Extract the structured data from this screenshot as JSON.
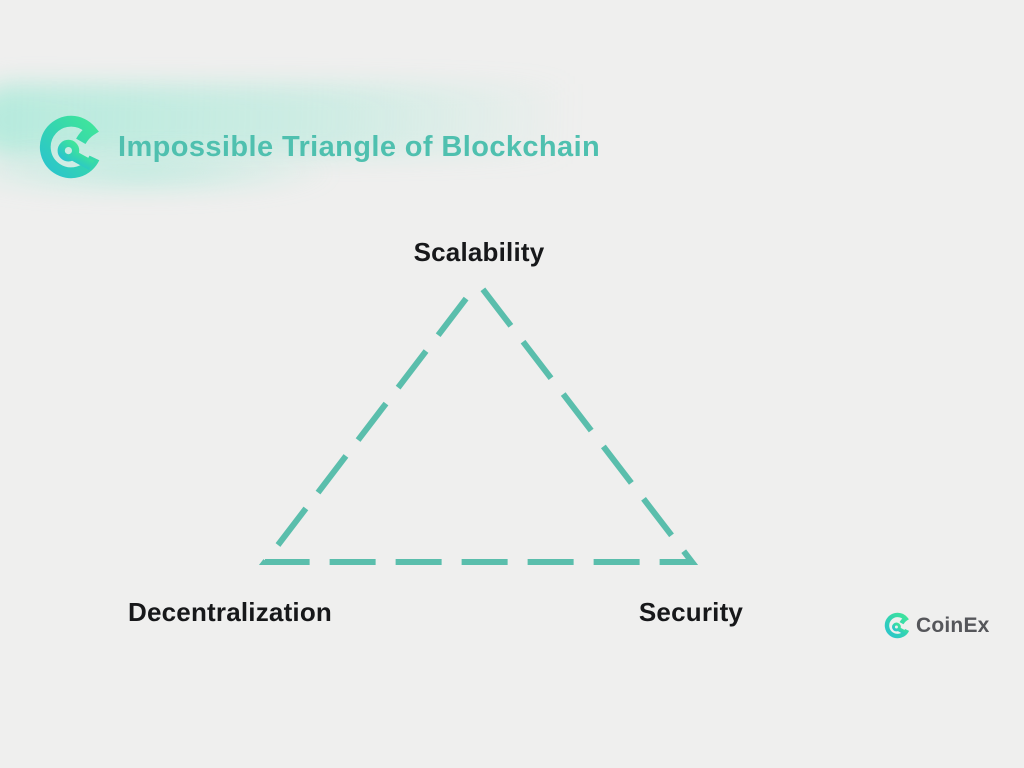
{
  "header": {
    "title": "Impossible Triangle of Blockchain"
  },
  "diagram": {
    "type": "triangle",
    "style": "dashed",
    "stroke_color": "#5ABEAC",
    "nodes": [
      {
        "position": "top",
        "label": "Scalability"
      },
      {
        "position": "bottom-left",
        "label": "Decentralization"
      },
      {
        "position": "bottom-right",
        "label": "Security"
      }
    ]
  },
  "footer": {
    "brand": "CoinEx"
  },
  "icons": {
    "header_logo": "coinex-logo-icon",
    "footer_logo": "coinex-logo-icon"
  },
  "colors": {
    "background": "#EFEFEE",
    "title": "#4FC0AF",
    "triangle_dash": "#5ABEAC",
    "node_label": "#17181A",
    "footer_text": "#55565A",
    "logo_gradient_start": "#2AC4CE",
    "logo_gradient_end": "#40E69A",
    "header_highlight": "#86E7CE"
  }
}
